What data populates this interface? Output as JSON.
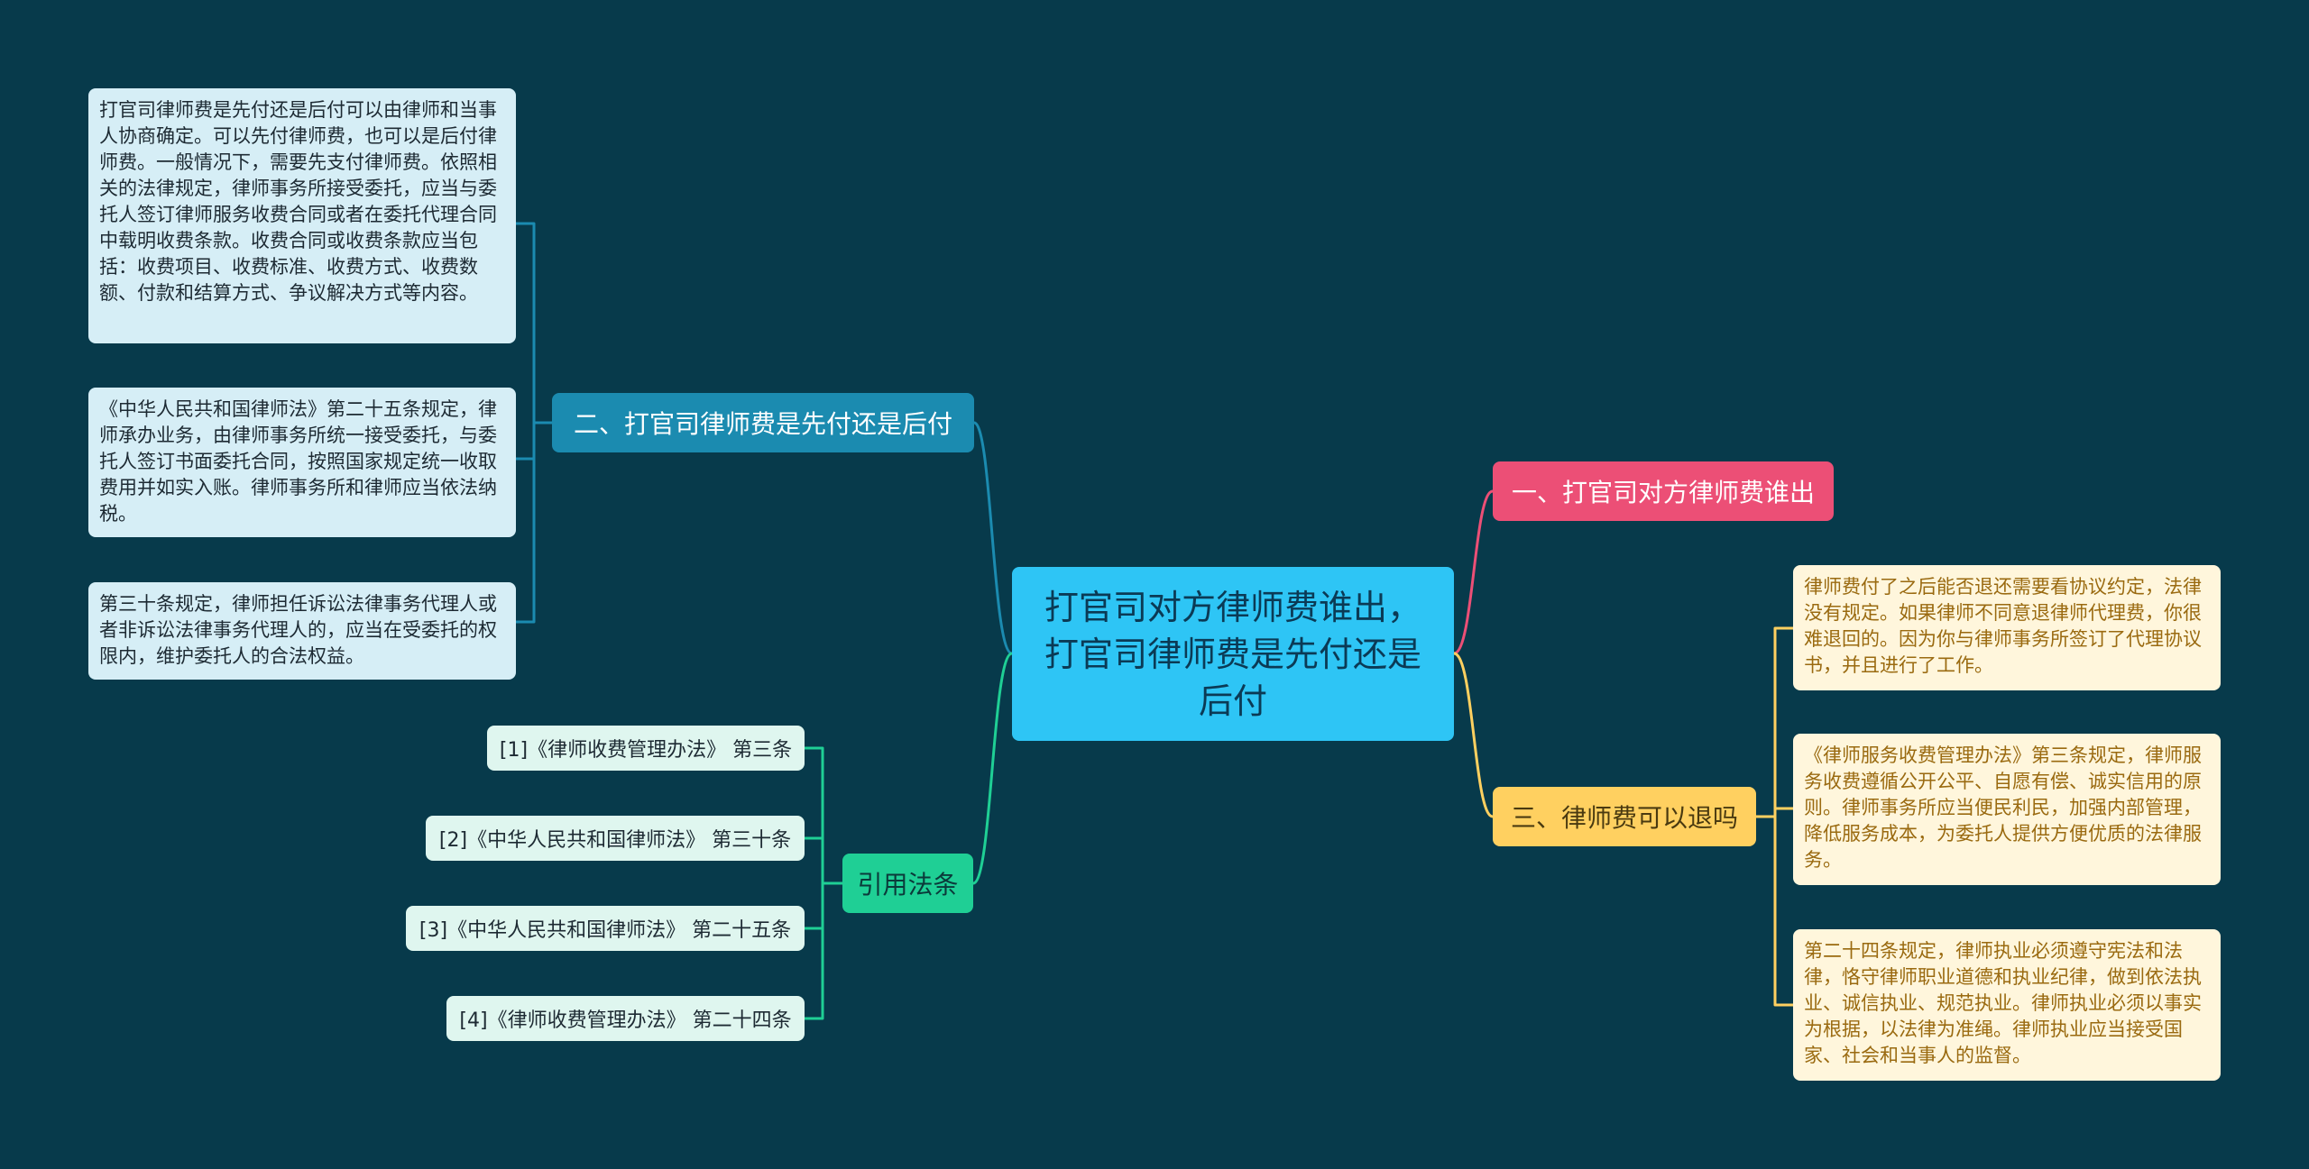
{
  "center": {
    "title": "打官司对方律师费谁出，打官司律师费是先付还是后付"
  },
  "branches": {
    "fee_timing": {
      "label": "二、打官司律师费是先付还是后付",
      "items": [
        "打官司律师费是先付还是后付可以由律师和当事人协商确定。可以先付律师费，也可以是后付律师费。一般情况下，需要先支付律师费。依照相关的法律规定，律师事务所接受委托，应当与委托人签订律师服务收费合同或者在委托代理合同中载明收费条款。收费合同或收费条款应当包括：收费项目、收费标准、收费方式、收费数额、付款和结算方式、争议解决方式等内容。",
        "《中华人民共和国律师法》第二十五条规定，律师承办业务，由律师事务所统一接受委托，与委托人签订书面委托合同，按照国家规定统一收取费用并如实入账。律师事务所和律师应当依法纳税。",
        "第三十条规定，律师担任诉讼法律事务代理人或者非诉讼法律事务代理人的，应当在受委托的权限内，维护委托人的合法权益。"
      ]
    },
    "citations": {
      "label": "引用法条",
      "items": [
        "[1]《律师收费管理办法》 第三条",
        "[2]《中华人民共和国律师法》 第三十条",
        "[3]《中华人民共和国律师法》 第二十五条",
        "[4]《律师收费管理办法》 第二十四条"
      ]
    },
    "who_pays": {
      "label": "一、打官司对方律师费谁出"
    },
    "refund": {
      "label": "三、律师费可以退吗",
      "items": [
        "律师费付了之后能否退还需要看协议约定，法律没有规定。如果律师不同意退律师代理费，你很难退回的。因为你与律师事务所签订了代理协议书，并且进行了工作。",
        "《律师服务收费管理办法》第三条规定，律师服务收费遵循公开公平、自愿有偿、诚实信用的原则。律师事务所应当便民利民，加强内部管理，降低服务成本，为委托人提供方便优质的法律服务。",
        "第二十四条规定，律师执业必须遵守宪法和法律，恪守律师职业道德和执业纪律，做到依法执业、诚信执业、规范执业。律师执业必须以事实为根据，以法律为准绳。律师执业应当接受国家、社会和当事人的监督。"
      ]
    }
  },
  "colors": {
    "background": "#073a4b",
    "center": "#2ec5f5",
    "fee_timing": "#1b8bb0",
    "citations": "#1fcf95",
    "who_pays": "#ec4f76",
    "refund": "#ffd060"
  }
}
